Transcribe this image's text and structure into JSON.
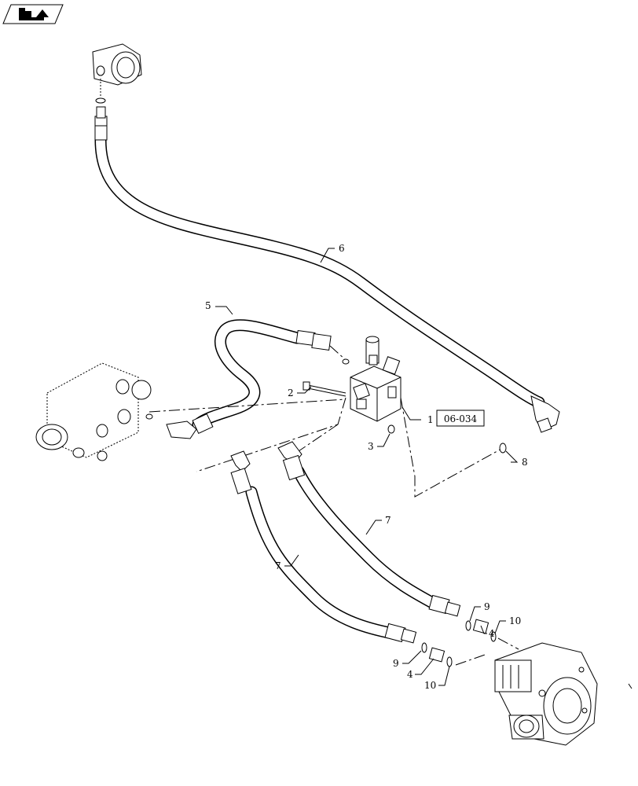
{
  "nav_icon": "arrow-icon",
  "reference_box": "06-034",
  "callouts": {
    "c1": "1",
    "c2": "2",
    "c3": "3",
    "c4a": "4",
    "c4b": "4",
    "c5": "5",
    "c6": "6",
    "c7a": "7",
    "c7b": "7",
    "c8": "8",
    "c9a": "9",
    "c9b": "9",
    "c10a": "10",
    "c10b": "10"
  }
}
